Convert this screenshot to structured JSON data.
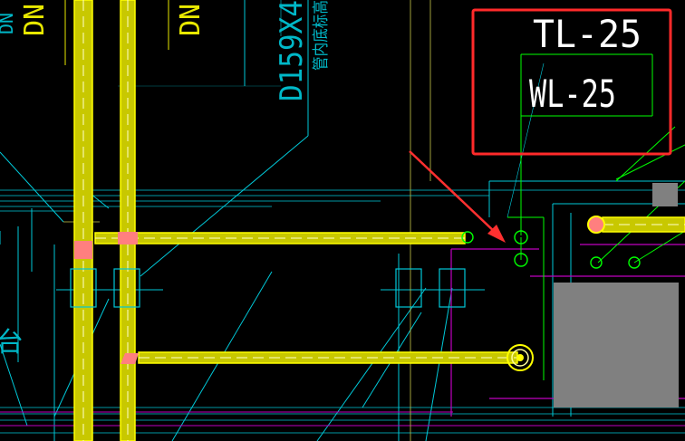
{
  "labels": {
    "tl": "TL-25",
    "wl": "WL-25",
    "pipe_spec": "D159X4",
    "pipe_note": "管内底标高",
    "dn_left": "DN",
    "dn_right": "DN",
    "dn_far_left": "DN",
    "edge_char": "台"
  },
  "colors": {
    "background": "#000000",
    "pipe_fill": "#c8c800",
    "pipe_outline": "#ffff00",
    "cyan": "#00c8d8",
    "green": "#00ff00",
    "magenta": "#c000c0",
    "highlight_box": "#ff2a2a",
    "arrow": "#ff3030",
    "joint": "#ff7f7f",
    "equipment": "#808080",
    "text_white": "#ffffff",
    "text_cyan": "#00b8c8",
    "text_yellow": "#e8e800"
  }
}
